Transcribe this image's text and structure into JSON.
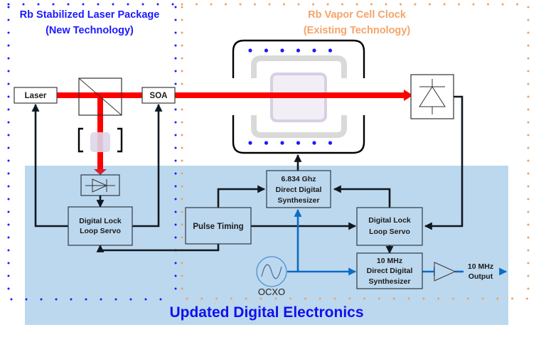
{
  "titles": {
    "laser_package_line1": "Rb Stabilized Laser Package",
    "laser_package_line2": "(New Technology)",
    "vapor_clock_line1": "Rb Vapor Cell Clock",
    "vapor_clock_line2": "(Existing Technology)",
    "electronics": "Updated Digital Electronics"
  },
  "blocks": {
    "laser": "Laser",
    "soa": "SOA",
    "servo_left_line1": "Digital Lock",
    "servo_left_line2": "Loop Servo",
    "pulse_timing": "Pulse Timing",
    "dds_ghz_line1": "6.834 Ghz",
    "dds_ghz_line2": "Direct Digital",
    "dds_ghz_line3": "Synthesizer",
    "servo_right_line1": "Digital Lock",
    "servo_right_line2": "Loop Servo",
    "dds_mhz_line1": "10 MHz",
    "dds_mhz_line2": "Direct Digital",
    "dds_mhz_line3": "Synthesizer",
    "ocxo": "OCXO",
    "output_line1": "10 MHz",
    "output_line2": "Output"
  },
  "colors": {
    "laser_beam": "#ff0000",
    "electronics_bg": "#bcd8ee",
    "new_tech": "#1a1aff",
    "existing_tech": "#f4a46a",
    "rf_signal": "#0a6cc4"
  }
}
